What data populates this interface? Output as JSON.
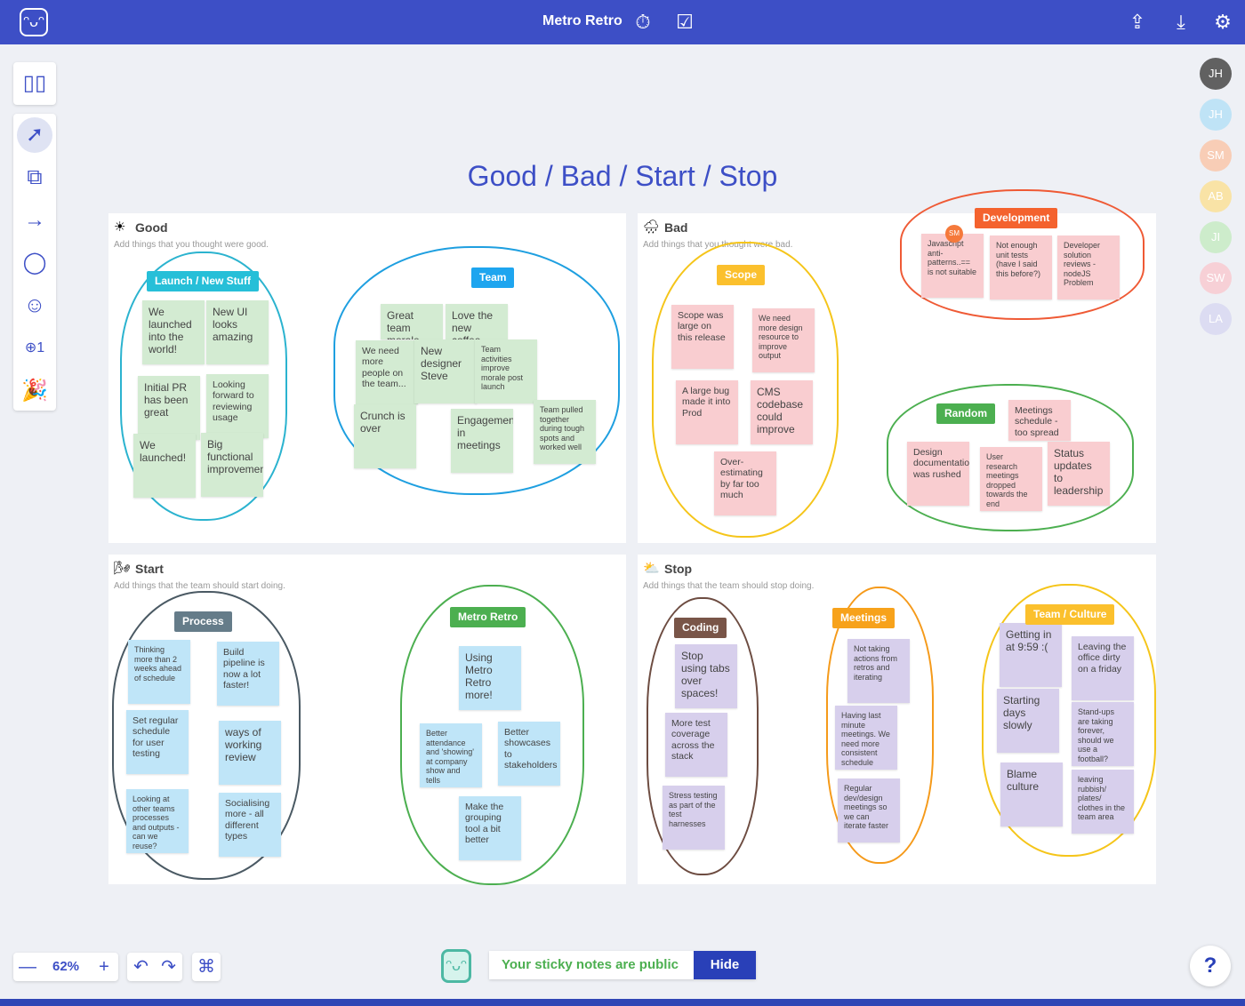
{
  "header": {
    "title": "Metro Retro",
    "icons": [
      "logo-icon",
      "timer-icon",
      "vote-icon",
      "share-icon",
      "download-icon",
      "settings-icon"
    ]
  },
  "board_title": "Good / Bad / Start / Stop",
  "participants": [
    {
      "initials": "JH",
      "color": "#616161"
    },
    {
      "initials": "JH",
      "color": "#bfe3f6"
    },
    {
      "initials": "SM",
      "color": "#f8cdb6"
    },
    {
      "initials": "AB",
      "color": "#f9e3a6"
    },
    {
      "initials": "JI",
      "color": "#cdeccb"
    },
    {
      "initials": "SW",
      "color": "#f7d0d6"
    },
    {
      "initials": "LA",
      "color": "#dcdcf2"
    }
  ],
  "panels": [
    {
      "title": "Good",
      "icon": "☀",
      "subtitle": "Add things that you thought were good.",
      "color": "green",
      "groups": [
        {
          "label": "Launch / New Stuff",
          "color": "#26bfd8",
          "outline": "#2bb3cf",
          "stickies": [
            "We launched into the world!",
            "New UI looks amazing",
            "Initial PR has been great",
            "Looking forward to reviewing usage",
            "We launched!",
            "Big functional improvements"
          ]
        },
        {
          "label": "Team",
          "color": "#1ea5ef",
          "outline": "#1e9fe0",
          "stickies": [
            "Great team morale",
            "Love the new coffee",
            "We need more people on the team...",
            "New designer Steve",
            "Team activities improve morale post launch",
            "Crunch is over",
            "Engagement in meetings",
            "Team pulled together during tough spots and worked well"
          ]
        }
      ]
    },
    {
      "title": "Bad",
      "icon": "🌧",
      "subtitle": "Add things that you thought were bad.",
      "color": "pink",
      "groups": [
        {
          "label": "Scope",
          "color": "#fbc02d",
          "outline": "#f5c51a",
          "stickies": [
            "Scope was large on this release",
            "We need more design resource to improve output",
            "A large bug made it into Prod",
            "CMS codebase could improve",
            "Over-estimating by far too much"
          ]
        },
        {
          "label": "Development",
          "color": "#f4622e",
          "outline": "#ef5a35",
          "stickies": [
            "Javascript anti-patterns..== is not suitable",
            "Not enough unit tests (have I said this before?)",
            "Developer solution reviews - nodeJS Problem"
          ]
        },
        {
          "label": "Random",
          "color": "#4caf50",
          "outline": "#4caf50",
          "stickies": [
            "Design documentation was rushed",
            "Meetings schedule - too spread",
            "User research meetings dropped towards the end",
            "Status updates to leadership"
          ]
        }
      ]
    },
    {
      "title": "Start",
      "icon": "🌬",
      "subtitle": "Add things that the team should start doing.",
      "color": "blue",
      "groups": [
        {
          "label": "Process",
          "color": "#657c89",
          "outline": "#4a5963",
          "stickies": [
            "Thinking more than 2 weeks ahead of schedule",
            "Build pipeline is now a lot faster!",
            "Set regular schedule for user testing",
            "ways of working review",
            "Looking at other teams processes and outputs - can we reuse?",
            "Socialising more - all different types"
          ]
        },
        {
          "label": "Metro Retro",
          "color": "#4caf50",
          "outline": "#4caf50",
          "stickies": [
            "Using Metro Retro more!",
            "Better attendance and 'showing' at company show and tells",
            "Better showcases to stakeholders",
            "Make the grouping tool a bit better"
          ]
        }
      ]
    },
    {
      "title": "Stop",
      "icon": "⛅",
      "subtitle": "Add things that the team should stop doing.",
      "color": "purple",
      "groups": [
        {
          "label": "Coding",
          "color": "#795548",
          "outline": "#6d4c41",
          "stickies": [
            "Stop using tabs over spaces!",
            "More test coverage across the stack",
            "Stress testing as part of the test harnesses"
          ]
        },
        {
          "label": "Meetings",
          "color": "#f7a21b",
          "outline": "#f59a1a",
          "stickies": [
            "Not taking actions from retros and iterating",
            "Having last minute meetings. We need more consistent schedule",
            "Regular dev/design meetings so we can iterate faster"
          ]
        },
        {
          "label": "Team / Culture",
          "color": "#fbc02d",
          "outline": "#f5c51a",
          "stickies": [
            "Getting in at 9:59 :(",
            "Leaving the office dirty on a friday",
            "Starting days slowly",
            "Stand-ups are taking forever, should we use a football?",
            "Blame culture",
            "leaving rubbish/ plates/ clothes in the team area"
          ]
        }
      ]
    }
  ],
  "author_badge": "SM",
  "bottom": {
    "zoom": "62%",
    "zoom_out": "—",
    "zoom_in": "+",
    "undo": "↶",
    "redo": "↷",
    "shortcuts": "⌘",
    "public_notice": "Your sticky notes are public",
    "hide_label": "Hide",
    "help": "?"
  }
}
